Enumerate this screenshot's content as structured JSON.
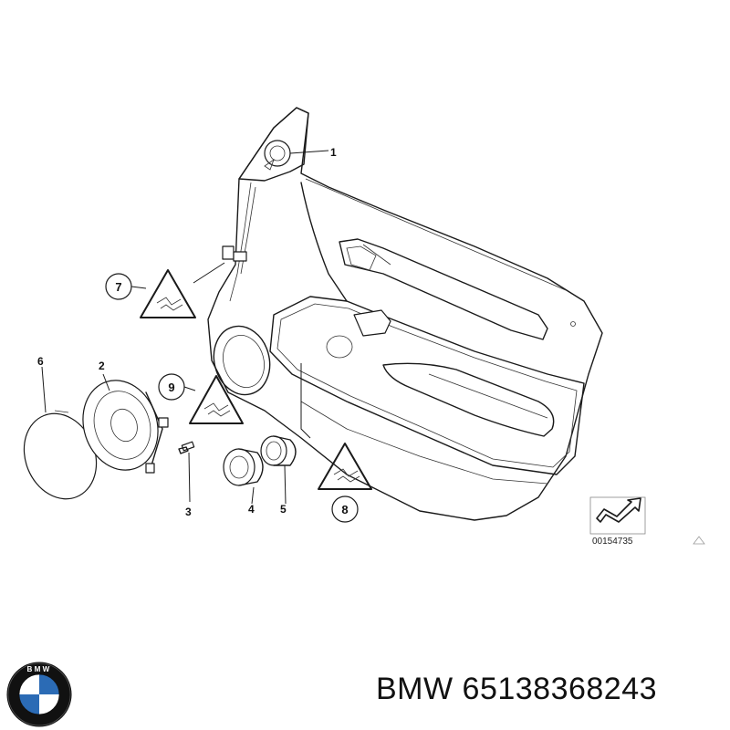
{
  "diagram": {
    "callouts": [
      {
        "id": "1",
        "label": "1"
      },
      {
        "id": "2",
        "label": "2"
      },
      {
        "id": "3",
        "label": "3"
      },
      {
        "id": "4",
        "label": "4"
      },
      {
        "id": "5",
        "label": "5"
      },
      {
        "id": "6",
        "label": "6"
      },
      {
        "id": "7",
        "label": "7"
      },
      {
        "id": "8",
        "label": "8"
      },
      {
        "id": "9",
        "label": "9"
      }
    ],
    "reference_number": "00154735"
  },
  "footer": {
    "logo_text": "BMW",
    "caption": "BMW 65138368243"
  },
  "colors": {
    "line": "#1a1a1a",
    "logo_blue": "#2b6bb5",
    "logo_ring": "#111111"
  }
}
